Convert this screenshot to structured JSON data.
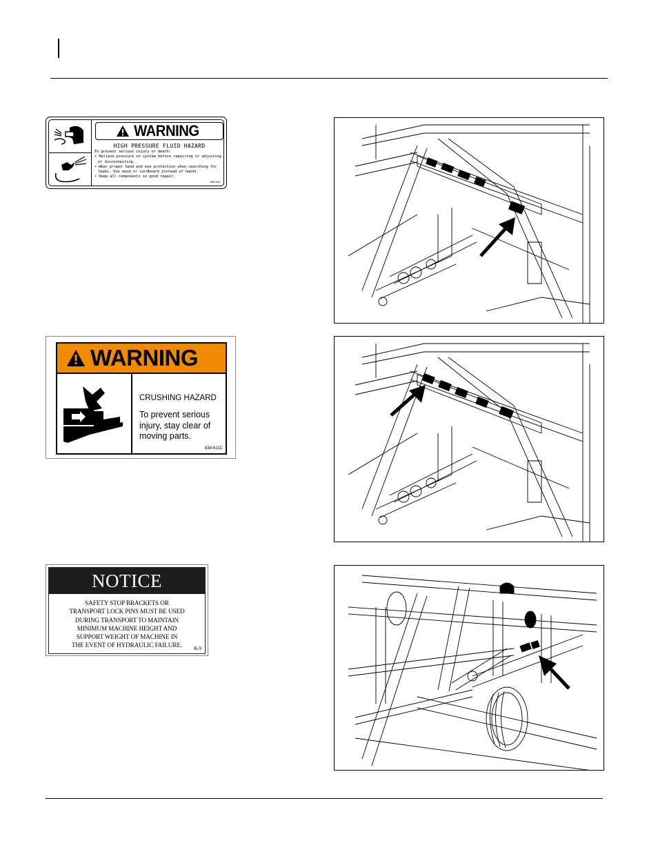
{
  "decals": {
    "high_pressure": {
      "banner": "WARNING",
      "hazard": "HIGH PRESSURE FLUID HAZARD",
      "intro": "To prevent serious injury or death:",
      "bullets": [
        "• Relieve pressure on system before repairing or adjusting or disconnecting.",
        "• Wear proper hand and eye protection when searching for leaks. Use wood or cardboard instead of hands.",
        "• Keep all components in good repair."
      ],
      "code": "838-094C"
    },
    "crushing": {
      "banner": "WARNING",
      "hazard": "CRUSHING HAZARD",
      "message": "To prevent serious injury, stay clear of moving parts.",
      "code": "838-611C"
    },
    "notice": {
      "banner": "NOTICE",
      "lines": [
        "SAFETY STOP BRACKETS OR",
        "TRANSPORT LOCK PINS MUST BE USED",
        "DURING TRANSPORT TO MAINTAIN",
        "MINIMUM MACHINE HEIGHT AND",
        "SUPPORT WEIGHT OF MACHINE IN",
        "THE EVENT OF HYDRAULIC FAILURE."
      ],
      "code": "K-9"
    }
  },
  "colors": {
    "warning_orange": "#f08a00",
    "notice_banner": "#1c1c1c",
    "line": "#000000"
  },
  "icons": [
    "warning-triangle-icon",
    "eye-protection-icon",
    "hand-fluid-jet-icon",
    "crushing-hand-icon",
    "callout-arrow-icon"
  ]
}
